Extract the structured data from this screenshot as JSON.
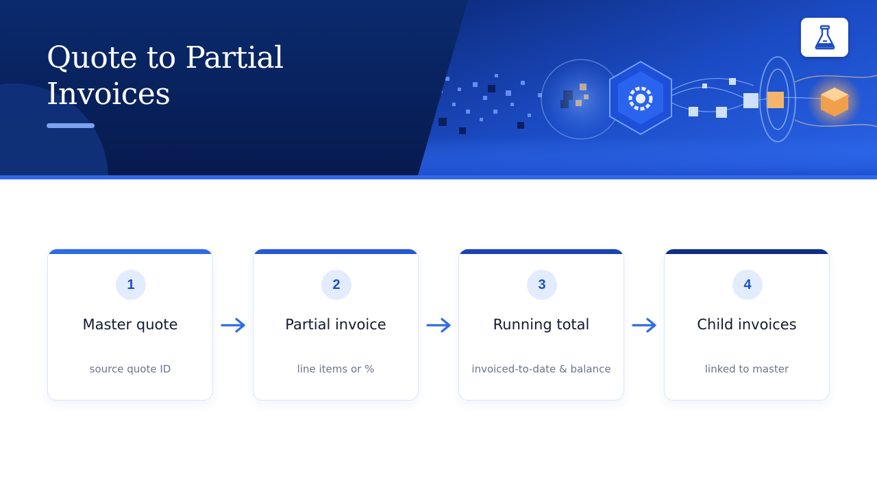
{
  "header": {
    "title": "Quote to Partial Invoices",
    "logo_icon": "flask-icon"
  },
  "colors": {
    "banner_dark": "#0a2568",
    "accent_blue": "#2f6ae6",
    "card_bar_1": "#2f6ae6",
    "card_bar_2": "#2657d8",
    "card_bar_3": "#1c42b0",
    "card_bar_4": "#102f82"
  },
  "steps": [
    {
      "number": "1",
      "title": "Master quote",
      "description": "source quote ID"
    },
    {
      "number": "2",
      "title": "Partial invoice",
      "description": "line items or %"
    },
    {
      "number": "3",
      "title": "Running total",
      "description": "invoiced-to-date & balance"
    },
    {
      "number": "4",
      "title": "Child invoices",
      "description": "linked to master"
    }
  ],
  "connector_icon": "arrow-right-icon"
}
